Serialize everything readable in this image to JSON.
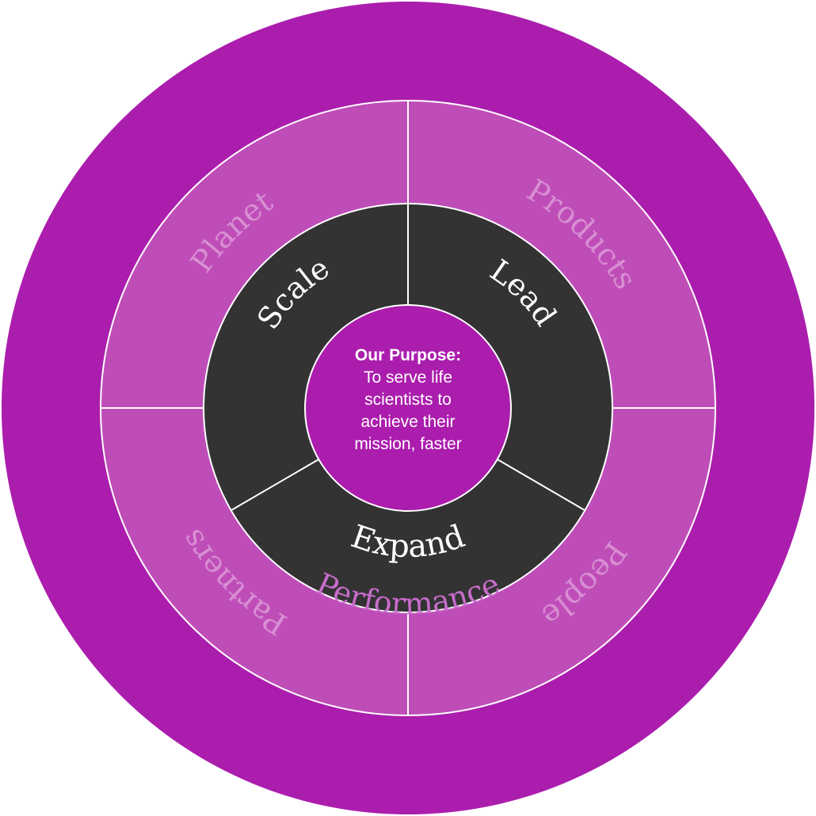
{
  "colors": {
    "outer": "#ab1dad",
    "middle": "#bf4db8",
    "inner": "#333333",
    "center": "#ab1dad",
    "divider": "#ffffff",
    "outer_label": "#c86ccb",
    "middle_label": "#d88fd3",
    "inner_label": "#ffffff",
    "center_label": "#ffffff"
  },
  "outer_ring": {
    "label": "Performance"
  },
  "middle_ring": {
    "segments": [
      {
        "id": "planet",
        "label": "Planet"
      },
      {
        "id": "products",
        "label": "Products"
      },
      {
        "id": "people",
        "label": "People"
      },
      {
        "id": "partners",
        "label": "Partners"
      }
    ]
  },
  "inner_ring": {
    "segments": [
      {
        "id": "scale",
        "label": "Scale"
      },
      {
        "id": "lead",
        "label": "Lead"
      },
      {
        "id": "expand",
        "label": "Expand"
      }
    ]
  },
  "center": {
    "title": "Our Purpose:",
    "lines": [
      "To serve life",
      "scientists to",
      "achieve their",
      "mission, faster"
    ]
  }
}
